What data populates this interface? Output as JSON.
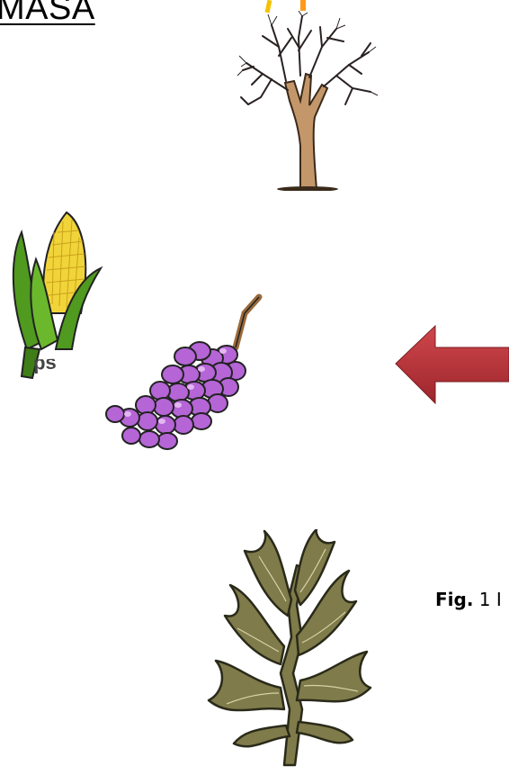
{
  "heading": {
    "text": "MASA"
  },
  "caption": {
    "label": "Fig.",
    "number": "1 I"
  },
  "fragment": {
    "text": "ps"
  },
  "images": [
    {
      "name": "bare-tree-illustration",
      "subject": "tree"
    },
    {
      "name": "corn-illustration",
      "subject": "corn"
    },
    {
      "name": "grapes-illustration",
      "subject": "grapes"
    },
    {
      "name": "seaweed-illustration",
      "subject": "seaweed"
    },
    {
      "name": "red-arrow-left-icon",
      "subject": "arrow"
    }
  ],
  "colors": {
    "arrow": "#b4343a",
    "grapes": "#b565d6",
    "corn_husk": "#4f9a1f",
    "corn_kernels": "#f1d43a",
    "tree_trunk": "#b98a5a",
    "seaweed": "#7f7b4a"
  }
}
